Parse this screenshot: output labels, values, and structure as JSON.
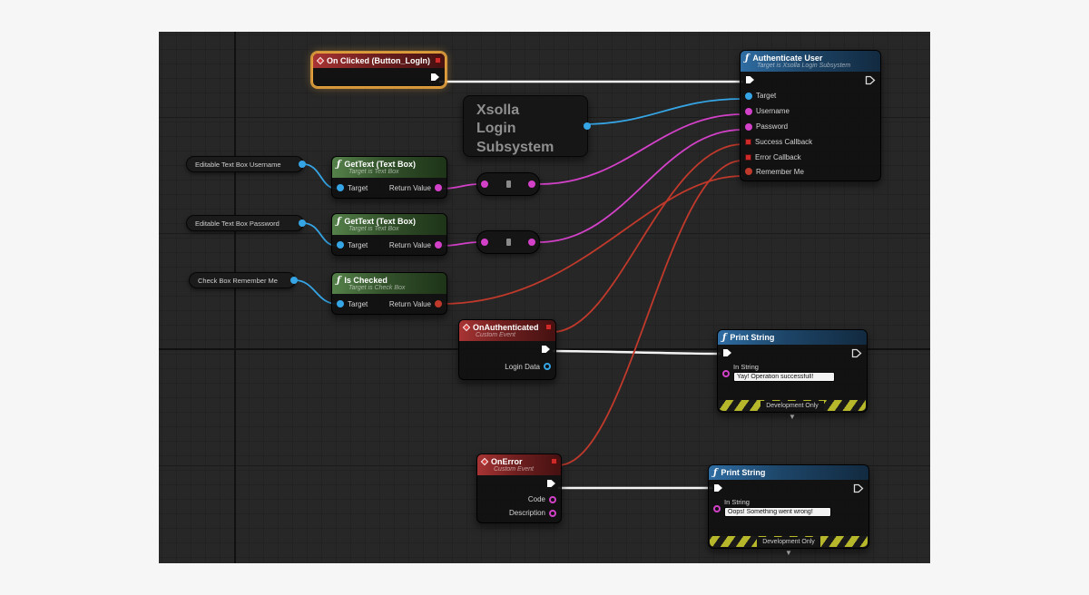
{
  "colors": {
    "exec_wire": "#f4f4f4",
    "object_pin": "#35a5e6",
    "string_pin": "#d241c8",
    "delegate_pin": "#c23a2e",
    "selection": "#e8a33d",
    "header_function": "#2f6da3",
    "header_pure": "#55814a",
    "header_event": "#a83434"
  },
  "nodes": {
    "on_clicked": {
      "title": "On Clicked (Button_LogIn)"
    },
    "xsolla_subsystem": {
      "lines": [
        "Xsolla",
        "Login",
        "Subsystem"
      ]
    },
    "authenticate_user": {
      "title": "Authenticate User",
      "subtitle": "Target is Xsolla Login Subsystem",
      "pins": {
        "target": "Target",
        "username": "Username",
        "password": "Password",
        "success": "Success Callback",
        "error": "Error Callback",
        "remember": "Remember Me"
      }
    },
    "var_username": {
      "label": "Editable Text Box Username"
    },
    "var_password": {
      "label": "Editable Text Box Password"
    },
    "var_remember": {
      "label": "Check Box Remember Me"
    },
    "get_text_username": {
      "title": "GetText (Text Box)",
      "subtitle": "Target is Text Box",
      "pins": {
        "target": "Target",
        "return": "Return Value"
      }
    },
    "get_text_password": {
      "title": "GetText (Text Box)",
      "subtitle": "Target is Text Box",
      "pins": {
        "target": "Target",
        "return": "Return Value"
      }
    },
    "is_checked": {
      "title": "Is Checked",
      "subtitle": "Target is Check Box",
      "pins": {
        "target": "Target",
        "return": "Return Value"
      }
    },
    "on_authenticated": {
      "title": "OnAuthenticated",
      "subtitle": "Custom Event",
      "pins": {
        "login_data": "Login Data"
      }
    },
    "print_success": {
      "title": "Print String",
      "pins": {
        "in_string": "In String"
      },
      "value": "Yay! Operation successfull!",
      "footer": "Development Only"
    },
    "on_error": {
      "title": "OnError",
      "subtitle": "Custom Event",
      "pins": {
        "code": "Code",
        "description": "Description"
      }
    },
    "print_error": {
      "title": "Print String",
      "pins": {
        "in_string": "In String"
      },
      "value": "Oops! Something went wrong!",
      "footer": "Development Only"
    }
  }
}
